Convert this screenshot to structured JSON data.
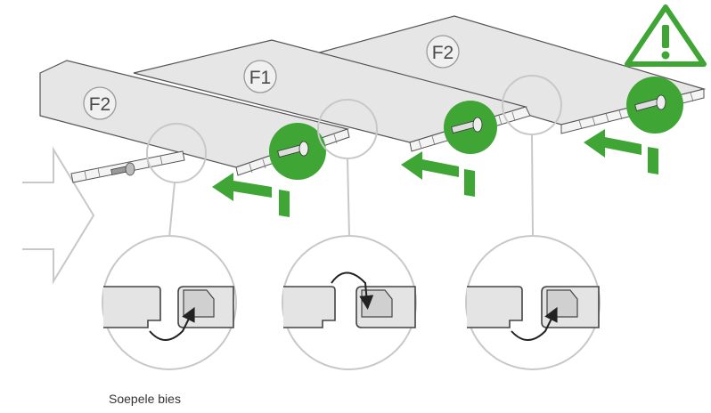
{
  "panels": [
    {
      "label": "F2"
    },
    {
      "label": "F1"
    },
    {
      "label": "F2"
    }
  ],
  "caption": "Soepele bies",
  "colors": {
    "accent_green": "#3fa535",
    "panel_fill": "#e4e4e4",
    "outline": "#555555",
    "light_outline": "#c8c8c8",
    "arrow_outline": "#c8c8c8"
  },
  "icons": [
    "warning-icon",
    "push-arrow-icon",
    "direction-arrow-icon",
    "flip-arrow-icon"
  ]
}
